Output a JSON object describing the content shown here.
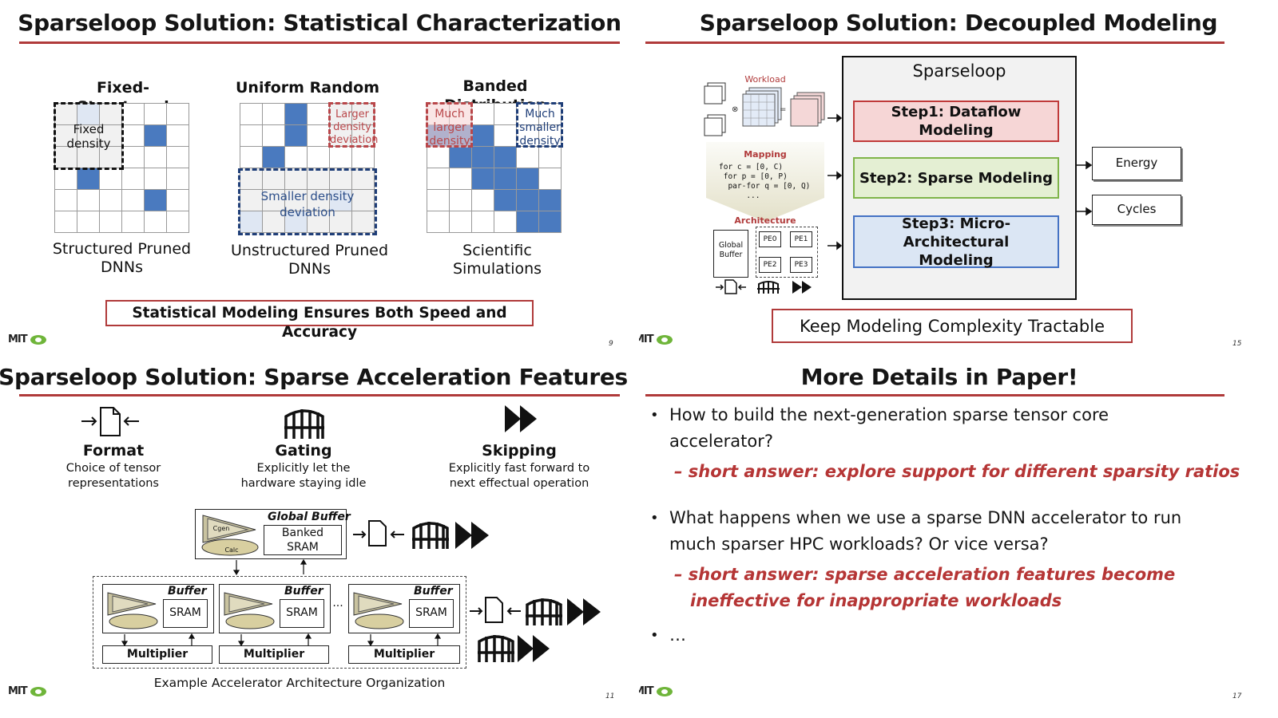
{
  "slide1": {
    "title": "Sparseloop Solution: Statistical Characterization",
    "columns": [
      {
        "heading": "Fixed-Structured",
        "note": "Fixed density",
        "caption_line1": "Structured Pruned",
        "caption_line2": "DNNs"
      },
      {
        "heading": "Uniform Random",
        "note_top": "Larger density deviation",
        "note_bottom": "Smaller density deviation",
        "caption_line1": "Unstructured Pruned",
        "caption_line2": "DNNs"
      },
      {
        "heading": "Banded Distribution",
        "note_left": "Much larger density",
        "note_right": "Much smaller density",
        "caption_line1": "Scientific",
        "caption_line2": "Simulations"
      }
    ],
    "banner": "Statistical Modeling Ensures Both Speed and Accuracy",
    "page": "9"
  },
  "slide2": {
    "title": "Sparseloop Solution: Decoupled Modeling",
    "workload_label": "Workload",
    "mapping_label": "Mapping",
    "mapping_code": "for c = [0, C)\n for p = [0, P)\n  par-for q = [0, Q)\n      ...",
    "architecture_label": "Architecture",
    "global_buffer": "Global Buffer",
    "pes": [
      "PE0",
      "PE1",
      "PE2",
      "PE3"
    ],
    "box_title": "Sparseloop",
    "steps": [
      "Step1: Dataflow Modeling",
      "Step2: Sparse Modeling",
      "Step3: Micro-Architectural Modeling"
    ],
    "outputs": [
      "Energy",
      "Cycles"
    ],
    "banner": "Keep Modeling Complexity Tractable",
    "page": "15",
    "colors": {
      "step1": "#f6d6d6",
      "step2": "#e4efd3",
      "step3": "#dbe6f4"
    }
  },
  "slide3": {
    "title": "Sparseloop Solution: Sparse Acceleration Features",
    "features": [
      {
        "name": "Format",
        "desc1": "Choice of tensor",
        "desc2": "representations",
        "icon": "format-icon"
      },
      {
        "name": "Gating",
        "desc1": "Explicitly let the",
        "desc2": "hardware staying idle",
        "icon": "gate-icon"
      },
      {
        "name": "Skipping",
        "desc1": "Explicitly fast forward to",
        "desc2": "next effectual operation",
        "icon": "fast-forward-icon"
      }
    ],
    "global_buffer": "Global Buffer",
    "banked": "Banked",
    "sram": "SRAM",
    "buffer": "Buffer",
    "multiplier": "Multiplier",
    "cgen": "Cgen",
    "calc": "Calc",
    "ellipsis": "...",
    "caption": "Example Accelerator Architecture Organization",
    "page": "11"
  },
  "slide4": {
    "title": "More Details in Paper!",
    "q1_line1": "How to build the next-generation sparse tensor core",
    "q1_line2": "accelerator?",
    "a1": "– short answer: explore support for different sparsity ratios",
    "q2_line1": "What happens when we use a sparse DNN accelerator to run",
    "q2_line2": "much sparser HPC workloads? Or vice versa?",
    "a2_line1": "– short answer: sparse acceleration features become",
    "a2_line2": "ineffective for inappropriate workloads",
    "q3": "…",
    "bullet_char": "•",
    "page": "17"
  },
  "logo_text": "MIT"
}
